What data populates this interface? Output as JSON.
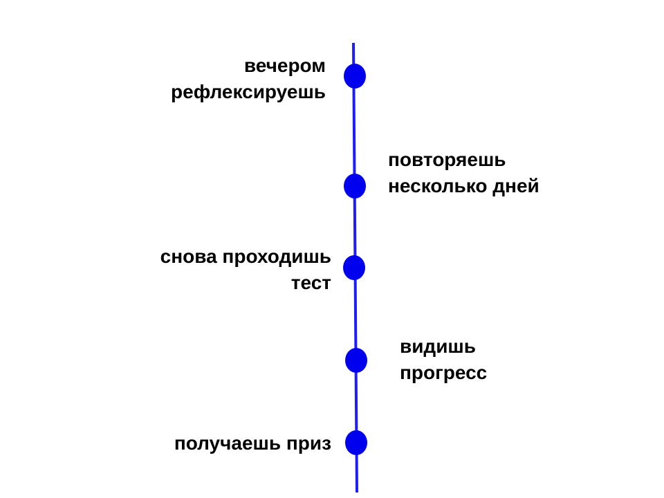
{
  "timeline": {
    "line_color": "#1c1cff",
    "node_color": "#0000ee",
    "steps": [
      {
        "lines": [
          "вечером",
          "рефлексируешь"
        ],
        "side": "left"
      },
      {
        "lines": [
          "повторяешь",
          "несколько дней"
        ],
        "side": "right"
      },
      {
        "lines": [
          "снова проходишь",
          "тест"
        ],
        "side": "left"
      },
      {
        "lines": [
          "видишь",
          "прогресс"
        ],
        "side": "right"
      },
      {
        "lines": [
          "получаешь приз"
        ],
        "side": "left"
      }
    ]
  }
}
